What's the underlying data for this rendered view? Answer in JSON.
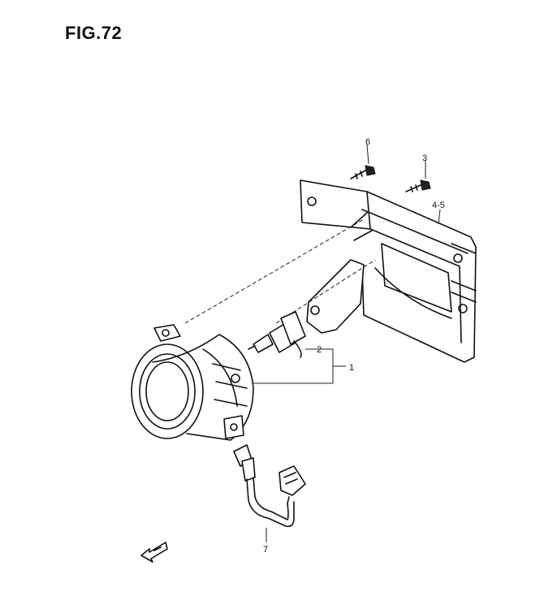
{
  "figure": {
    "title": "FIG.72"
  },
  "callouts": [
    {
      "id": "1",
      "label": "1"
    },
    {
      "id": "2",
      "label": "2"
    },
    {
      "id": "3",
      "label": "3"
    },
    {
      "id": "4-5",
      "label": "4-5"
    },
    {
      "id": "6",
      "label": "6"
    },
    {
      "id": "7",
      "label": "7"
    }
  ],
  "icons": {
    "front_arrow": "front-direction-arrow-icon"
  }
}
